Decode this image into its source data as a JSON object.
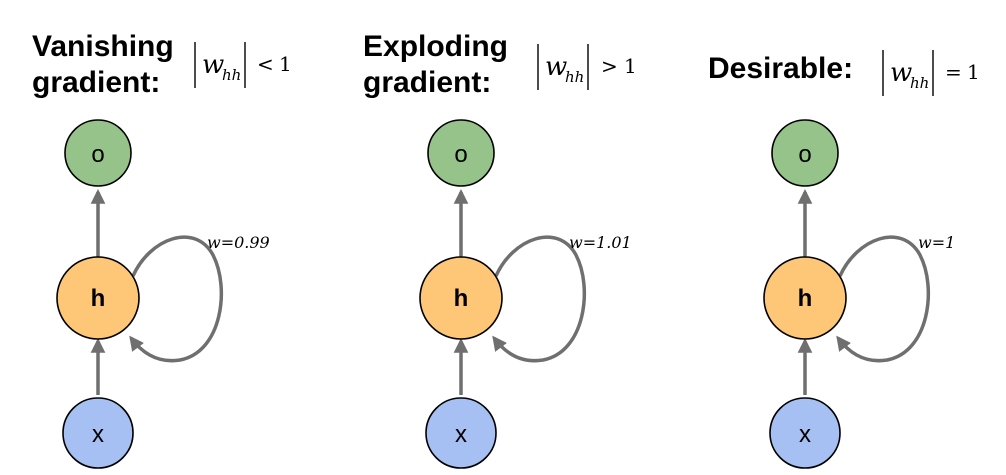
{
  "panels": [
    {
      "title_line1": "Vanishing",
      "title_line2": "gradient:",
      "w_symbol": "w",
      "w_subscript": "hh",
      "operator": "<",
      "bound": "1",
      "nodes": {
        "output": "o",
        "hidden": "h",
        "input": "x"
      },
      "weight_label": "w=0.99"
    },
    {
      "title_line1": "Exploding",
      "title_line2": "gradient:",
      "w_symbol": "w",
      "w_subscript": "hh",
      "operator": ">",
      "bound": "1",
      "nodes": {
        "output": "o",
        "hidden": "h",
        "input": "x"
      },
      "weight_label": "w=1.01"
    },
    {
      "title_line1": "Desirable:",
      "title_line2": "",
      "w_symbol": "w",
      "w_subscript": "hh",
      "operator": "=",
      "bound": "1",
      "nodes": {
        "output": "o",
        "hidden": "h",
        "input": "x"
      },
      "weight_label": "w=1"
    }
  ],
  "colors": {
    "output_node": "#96c38a",
    "hidden_node": "#fdc777",
    "input_node": "#a6c0f4",
    "edge": "#6f6f6f"
  }
}
